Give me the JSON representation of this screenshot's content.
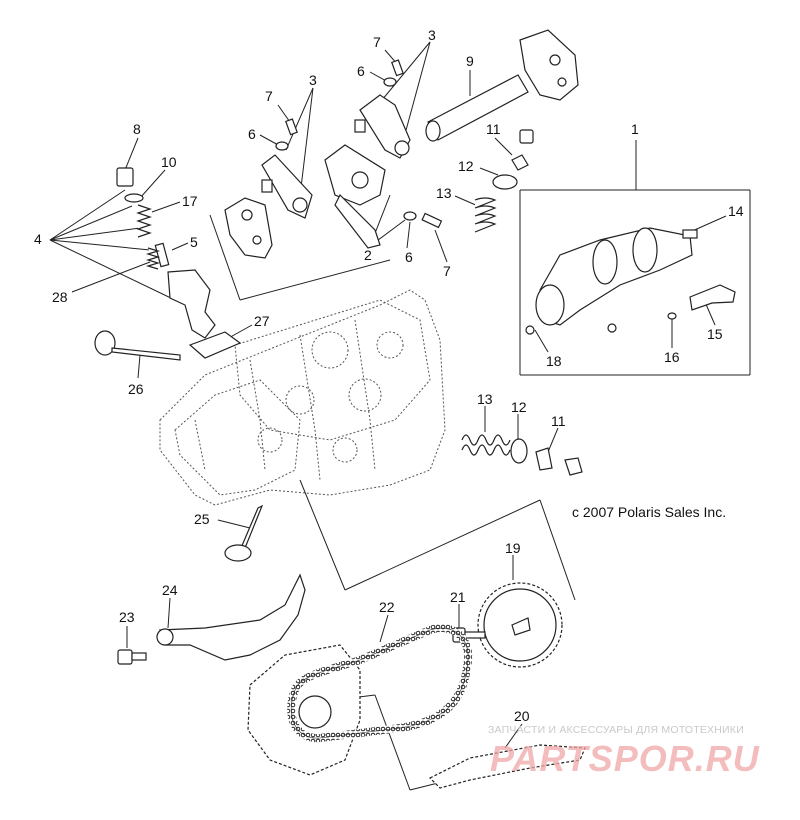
{
  "diagram": {
    "copyright": "c 2007 Polaris Sales Inc.",
    "watermark_top": "ЗАПЧАСТИ И АКСЕССУАРЫ ДЛЯ МОТОТЕХНИКИ",
    "watermark_brand": "PARTSPOR.RU",
    "colors": {
      "line": "#222222",
      "dotted": "#555555",
      "watermark": "#f0a8a8"
    }
  },
  "labels": [
    {
      "id": "l7a",
      "text": "7"
    },
    {
      "id": "l3a",
      "text": "3"
    },
    {
      "id": "l6a",
      "text": "6"
    },
    {
      "id": "l9",
      "text": "9"
    },
    {
      "id": "l7b",
      "text": "7"
    },
    {
      "id": "l3b",
      "text": "3"
    },
    {
      "id": "l6b",
      "text": "6"
    },
    {
      "id": "l8",
      "text": "8"
    },
    {
      "id": "l10",
      "text": "10"
    },
    {
      "id": "l11a",
      "text": "11"
    },
    {
      "id": "l1",
      "text": "1"
    },
    {
      "id": "l12a",
      "text": "12"
    },
    {
      "id": "l13a",
      "text": "13"
    },
    {
      "id": "l17",
      "text": "17"
    },
    {
      "id": "l4",
      "text": "4"
    },
    {
      "id": "l5",
      "text": "5"
    },
    {
      "id": "l2",
      "text": "2"
    },
    {
      "id": "l6c",
      "text": "6"
    },
    {
      "id": "l7c",
      "text": "7"
    },
    {
      "id": "l14",
      "text": "14"
    },
    {
      "id": "l28",
      "text": "28"
    },
    {
      "id": "l27",
      "text": "27"
    },
    {
      "id": "l15",
      "text": "15"
    },
    {
      "id": "l18",
      "text": "18"
    },
    {
      "id": "l16",
      "text": "16"
    },
    {
      "id": "l26",
      "text": "26"
    },
    {
      "id": "l13b",
      "text": "13"
    },
    {
      "id": "l12b",
      "text": "12"
    },
    {
      "id": "l11b",
      "text": "11"
    },
    {
      "id": "l25",
      "text": "25"
    },
    {
      "id": "l19",
      "text": "19"
    },
    {
      "id": "l24",
      "text": "24"
    },
    {
      "id": "l22",
      "text": "22"
    },
    {
      "id": "l21",
      "text": "21"
    },
    {
      "id": "l23",
      "text": "23"
    },
    {
      "id": "l20",
      "text": "20"
    }
  ]
}
